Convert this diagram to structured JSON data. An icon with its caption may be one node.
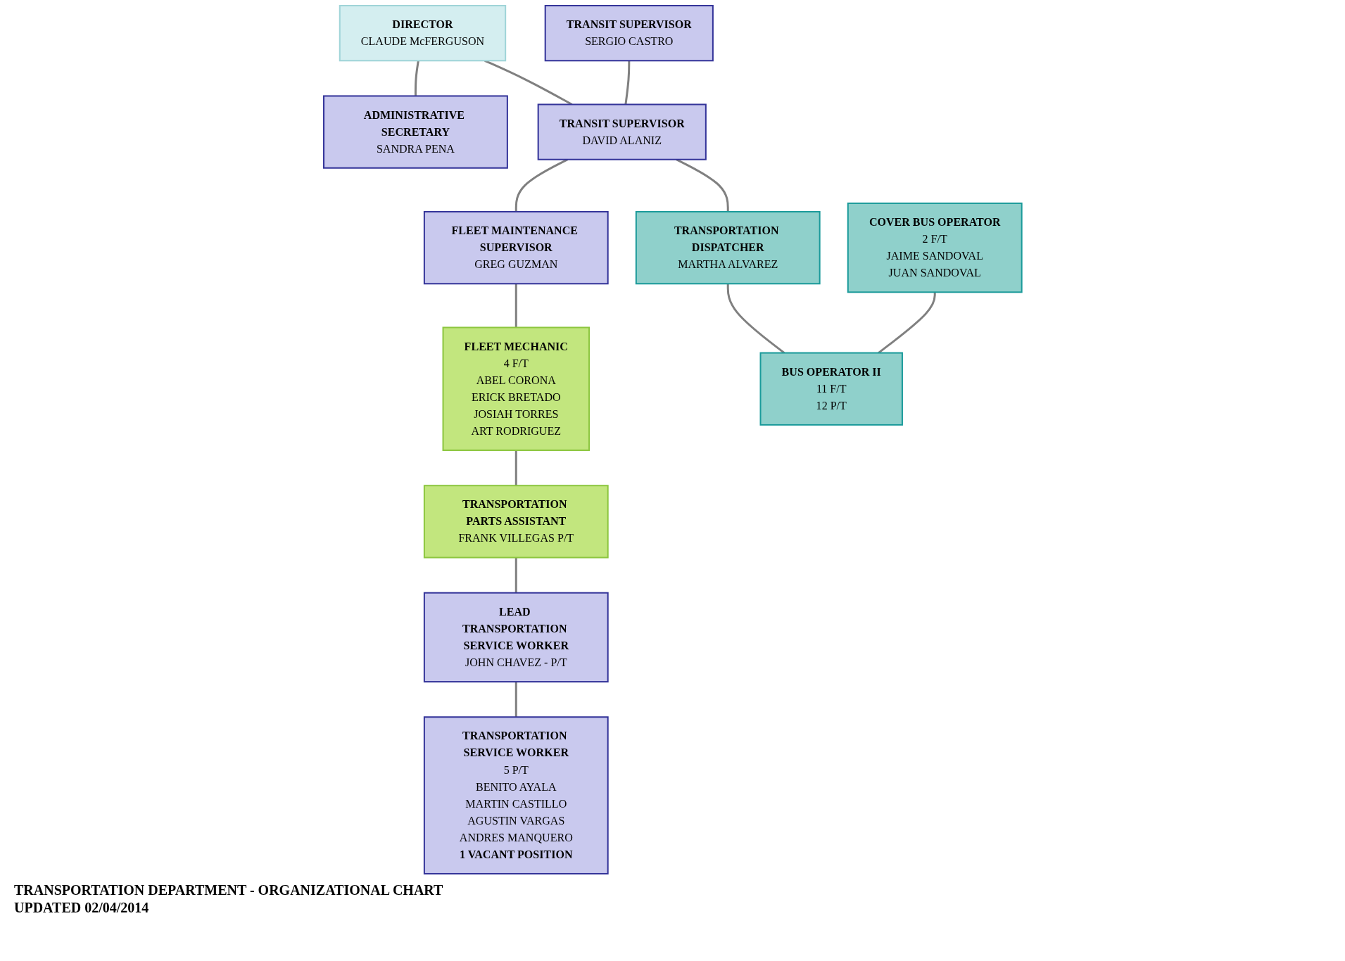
{
  "diagram": {
    "nodes": [
      {
        "text": [
          "DIRECTOR",
          "CLAUDE McFERGUSON"
        ]
      },
      {
        "text": [
          "ADMINISTRATIVE SECRETARY",
          "SANDRA PENA"
        ]
      },
      {
        "text": [
          "FLEET MAINTENANCE SUPERVISOR",
          "GREG GUZMAN"
        ]
      },
      {
        "text": [
          "TRANSIT SUPERVISOR",
          "SERGIO CASTRO"
        ]
      },
      {
        "text": [
          "TRANSIT SUPERVISOR",
          "DAVID ALANIZ"
        ]
      },
      {
        "text": [
          "FLEET MECHANIC",
          "4 F/T",
          "ABEL CORONA",
          "ERICK BRETADO",
          "JOSIAH TORRES",
          "ART RODRIGUEZ"
        ]
      },
      {
        "text": [
          "TRANSPORTATION DISPATCHER",
          "MARTHA ALVAREZ"
        ]
      },
      {
        "text": [
          "TRANSPORTATION PARTS ASSISTANT",
          "FRANK VILLEGAS P/T"
        ]
      },
      {
        "text": [
          "COVER BUS OPERATOR",
          "2 F/T",
          "JAIME SANDOVAL",
          "JUAN SANDOVAL"
        ]
      },
      {
        "text": [
          "BUS OPERATOR II",
          "11 F/T",
          "12 P/T"
        ]
      },
      {
        "text": [
          "LEAD TRANSPORTATION SERVICE WORKER",
          "JOHN CHAVEZ - P/T"
        ]
      },
      {
        "text": [
          "TRANSPORTATION SERVICE WORKER",
          "5 P/T",
          "BENITO AYALA",
          "MARTIN CASTILLO",
          "AGUSTIN VARGAS",
          "ANDRES MANQUERO",
          "1 VACANT POSITION"
        ]
      }
    ],
    "edges": [
      {
        "from": 0,
        "to": 1,
        "arrow": "none"
      },
      {
        "from": 0,
        "to": 4,
        "arrow": "none"
      },
      {
        "from": 4,
        "to": 2,
        "arrow": "none"
      },
      {
        "from": 3,
        "to": 4,
        "arrow": "none"
      },
      {
        "from": 2,
        "to": 5,
        "arrow": "none"
      },
      {
        "from": 4,
        "to": 6,
        "arrow": "none"
      },
      {
        "from": 5,
        "to": 7,
        "arrow": "none"
      },
      {
        "from": 6,
        "to": 9,
        "arrow": "none"
      },
      {
        "from": 8,
        "to": 9,
        "arrow": "none"
      },
      {
        "from": 7,
        "to": 10,
        "arrow": "none"
      },
      {
        "from": 10,
        "to": 11,
        "arrow": "none"
      }
    ],
    "labels": [
      "TRANSPORTATION DEPARTMENT - ORGANIZATIONAL CHART",
      "UPDATED 02/04/2014"
    ]
  }
}
